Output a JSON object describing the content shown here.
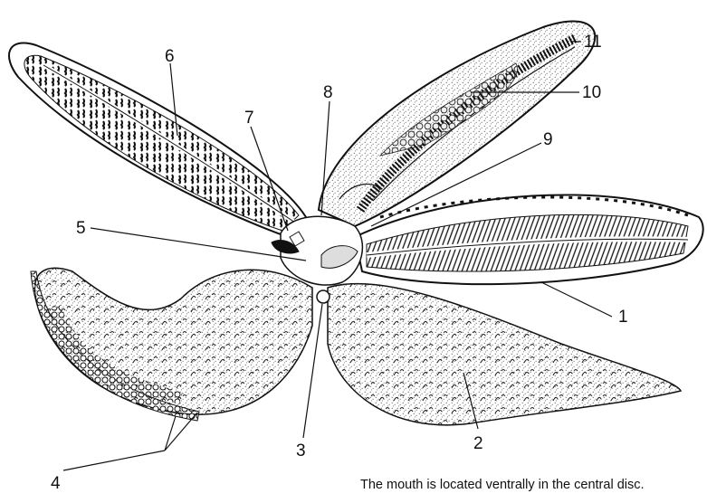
{
  "figure": {
    "caption": "The mouth is located ventrally in the central disc."
  },
  "labels": {
    "l1": "1",
    "l2": "2",
    "l3": "3",
    "l4": "4",
    "l5": "5",
    "l6": "6",
    "l7": "7",
    "l8": "8",
    "l9": "9",
    "l10": "10",
    "l11": "11"
  },
  "colors": {
    "ink": "#111111",
    "paper": "#ffffff"
  }
}
